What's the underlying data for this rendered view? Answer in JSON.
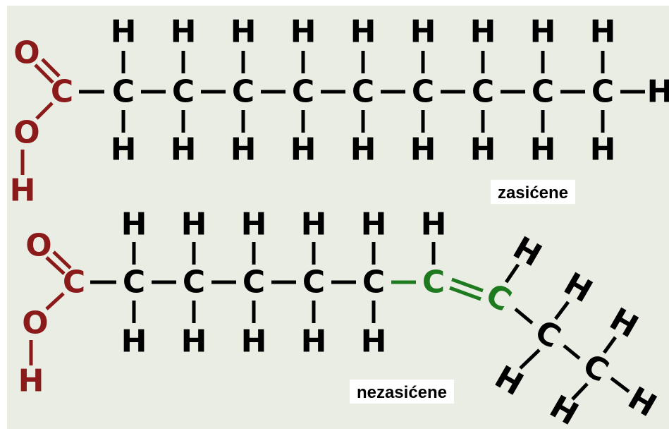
{
  "labels": {
    "saturated": "zasićene",
    "unsaturated": "nezasićene"
  },
  "atoms": {
    "carbon": "C",
    "hydrogen": "H",
    "oxygen": "O"
  },
  "colors": {
    "background": "#eaede3",
    "carboxyl": "#8b1a1a",
    "double_bond": "#1e7a1e",
    "chain": "#000000"
  }
}
